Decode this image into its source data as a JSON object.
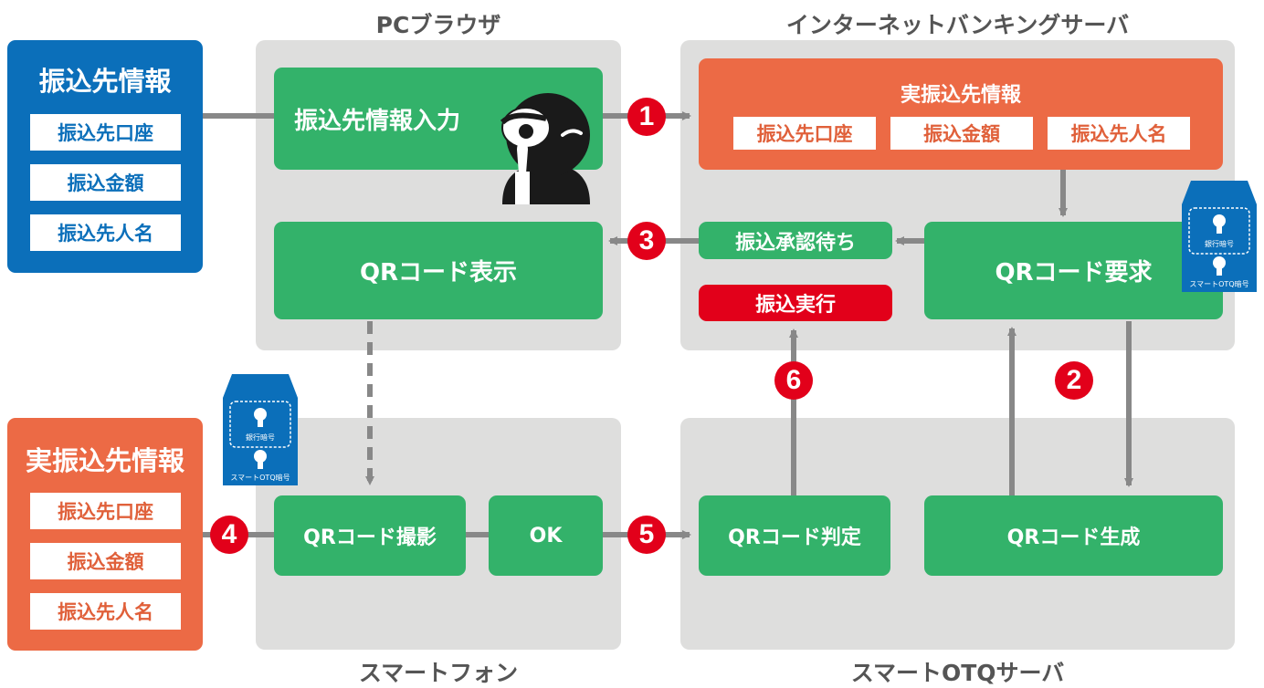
{
  "panels": {
    "pc_browser": "PCブラウザ",
    "ib_server": "インターネットバンキングサーバ",
    "smartphone": "スマートフォン",
    "otq_server": "スマートOTQサーバ"
  },
  "left_top": {
    "title": "振込先情報",
    "fields": [
      "振込先口座",
      "振込金額",
      "振込先人名"
    ]
  },
  "left_bottom": {
    "title": "実振込先情報",
    "fields": [
      "振込先口座",
      "振込金額",
      "振込先人名"
    ]
  },
  "pc": {
    "input": "振込先情報入力",
    "qr_display": "QRコード表示"
  },
  "server": {
    "title": "実振込先情報",
    "fields": [
      "振込先口座",
      "振込金額",
      "振込先人名"
    ],
    "wait": "振込承認待ち",
    "qr_request": "QRコード要求",
    "execute": "振込実行"
  },
  "phone": {
    "qr_capture": "QRコード撮影",
    "ok": "OK"
  },
  "otq": {
    "qr_judge": "QRコード判定",
    "qr_generate": "QRコード生成"
  },
  "envelope": {
    "bank_pin": "銀行暗号",
    "otq_pin": "スマートOTQ暗号"
  },
  "steps": [
    "1",
    "2",
    "3",
    "4",
    "5",
    "6"
  ],
  "colors": {
    "green": "#33b26a",
    "orange": "#ec6a45",
    "blue": "#0b6fba",
    "red": "#e2001a",
    "panel": "#dededd",
    "arrow": "#888888"
  }
}
